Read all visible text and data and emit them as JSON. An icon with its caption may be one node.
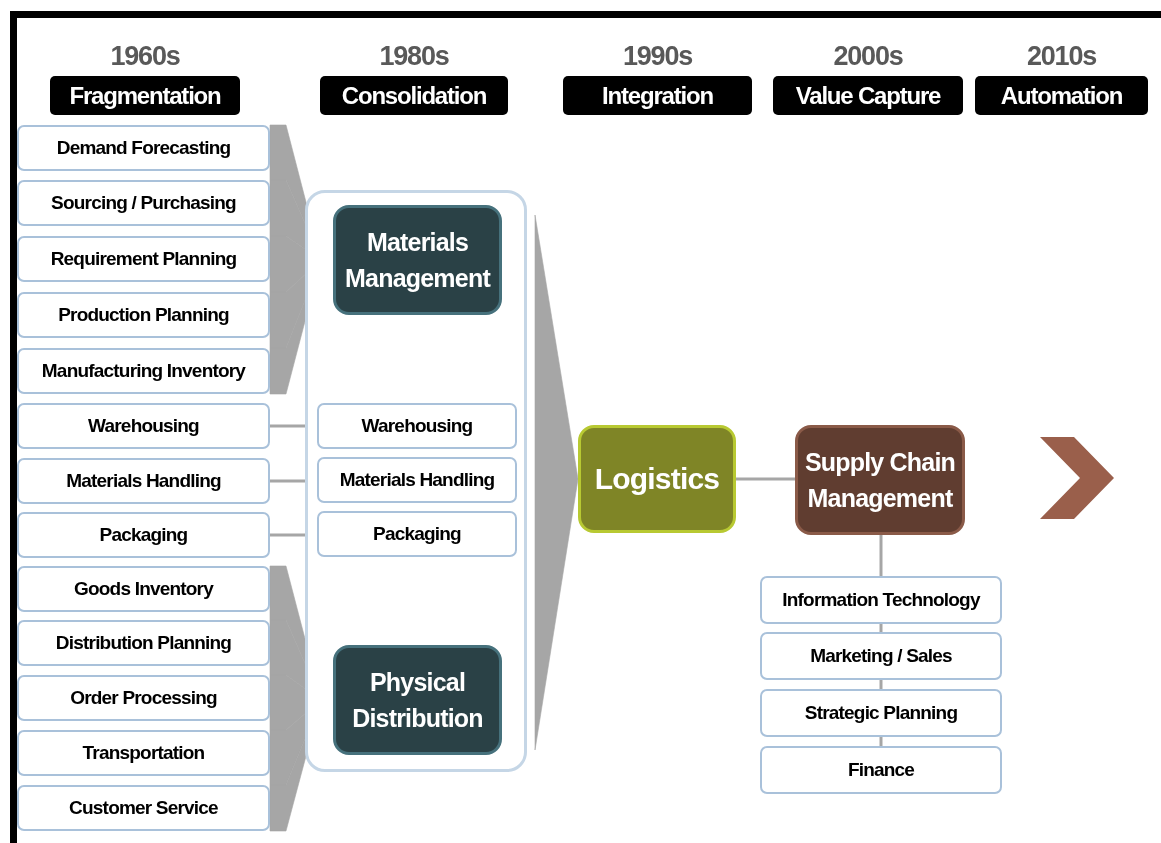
{
  "diagram": {
    "nodes": [
      {
        "text": [
          "1960s",
          "Fragmentation"
        ]
      },
      {
        "text": [
          "1980s",
          "Consolidation"
        ]
      },
      {
        "text": [
          "1990s",
          "Integration"
        ]
      },
      {
        "text": [
          "2000s",
          "Value Capture"
        ]
      },
      {
        "text": [
          "2010s",
          "Automation"
        ]
      },
      {
        "text": [
          "Demand Forecasting"
        ]
      },
      {
        "text": [
          "Sourcing / Purchasing"
        ]
      },
      {
        "text": [
          "Requirement Planning"
        ]
      },
      {
        "text": [
          "Production Planning"
        ]
      },
      {
        "text": [
          "Manufacturing Inventory"
        ]
      },
      {
        "text": [
          "Warehousing"
        ]
      },
      {
        "text": [
          "Materials Handling"
        ]
      },
      {
        "text": [
          "Packaging"
        ]
      },
      {
        "text": [
          "Goods Inventory"
        ]
      },
      {
        "text": [
          "Distribution Planning"
        ]
      },
      {
        "text": [
          "Order Processing"
        ]
      },
      {
        "text": [
          "Transportation"
        ]
      },
      {
        "text": [
          "Customer Service"
        ]
      },
      {
        "text": [],
        "shape": "box"
      },
      {
        "text": [
          "Materials Management"
        ],
        "in": 18
      },
      {
        "text": [
          "Warehousing"
        ],
        "in": 18
      },
      {
        "text": [
          "Materials Handling"
        ],
        "in": 18
      },
      {
        "text": [
          "Packaging"
        ],
        "in": 18
      },
      {
        "text": [
          "Physical Distribution"
        ],
        "in": 18
      },
      {
        "text": [
          "Logistics"
        ]
      },
      {
        "text": [
          "Supply Chain Management"
        ]
      },
      {
        "text": [
          "Information Technology"
        ]
      },
      {
        "text": [
          "Marketing / Sales"
        ]
      },
      {
        "text": [
          "Strategic Planning"
        ]
      },
      {
        "text": [
          "Finance"
        ]
      }
    ],
    "edges": [
      {
        "from": 5,
        "to": 19,
        "arrow": "to",
        "style": "thick"
      },
      {
        "from": 6,
        "to": 19,
        "arrow": "to",
        "style": "thick"
      },
      {
        "from": 7,
        "to": 19,
        "arrow": "to",
        "style": "thick"
      },
      {
        "from": 8,
        "to": 19,
        "arrow": "to",
        "style": "thick"
      },
      {
        "from": 9,
        "to": 19,
        "arrow": "to",
        "style": "thick"
      },
      {
        "from": 13,
        "to": 23,
        "arrow": "to",
        "style": "thick"
      },
      {
        "from": 14,
        "to": 23,
        "arrow": "to",
        "style": "thick"
      },
      {
        "from": 15,
        "to": 23,
        "arrow": "to",
        "style": "thick"
      },
      {
        "from": 16,
        "to": 23,
        "arrow": "to",
        "style": "thick"
      },
      {
        "from": 17,
        "to": 23,
        "arrow": "to",
        "style": "thick"
      },
      {
        "from": 18,
        "to": 24,
        "arrow": "to",
        "style": "thick"
      },
      {
        "from": 10,
        "to": 20,
        "arrow": "none"
      },
      {
        "from": 11,
        "to": 21,
        "arrow": "none"
      },
      {
        "from": 12,
        "to": 22,
        "arrow": "none"
      },
      {
        "from": 24,
        "to": 25,
        "arrow": "none"
      },
      {
        "from": 25,
        "to": 26,
        "arrow": "none"
      },
      {
        "from": 26,
        "to": 27,
        "arrow": "none"
      },
      {
        "from": 27,
        "to": 28,
        "arrow": "none"
      },
      {
        "from": 28,
        "to": 29,
        "arrow": "none"
      }
    ]
  }
}
